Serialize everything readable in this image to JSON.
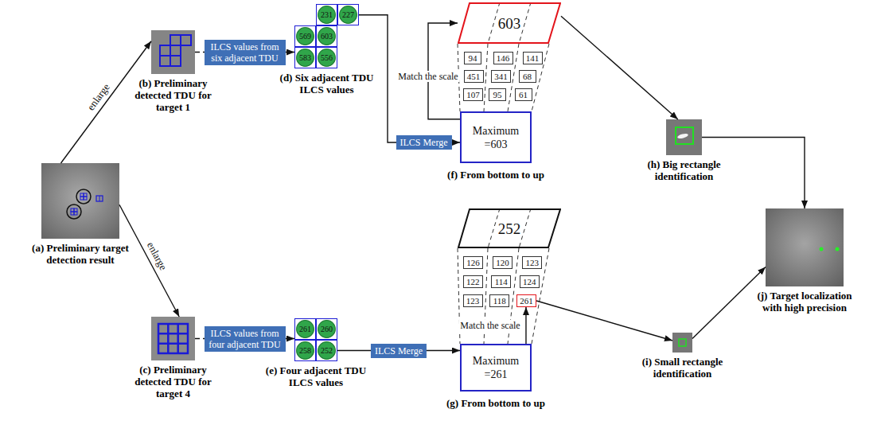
{
  "diagram": {
    "nodes": [
      {
        "text": [
          "(a) Preliminary target detection result"
        ]
      },
      {
        "text": [
          "(b) Preliminary detected TDU for target 1"
        ]
      },
      {
        "text": [
          "(c) Preliminary detected TDU for target 4"
        ]
      },
      {
        "text": [
          "(d) Six adjacent TDU ILCS values"
        ]
      },
      {
        "text": [
          "231"
        ],
        "in": 3
      },
      {
        "text": [
          "227"
        ],
        "in": 3
      },
      {
        "text": [
          "569"
        ],
        "in": 3
      },
      {
        "text": [
          "603"
        ],
        "in": 3
      },
      {
        "text": [
          "583"
        ],
        "in": 3
      },
      {
        "text": [
          "556"
        ],
        "in": 3
      },
      {
        "text": [
          "(e) Four adjacent TDU ILCS values"
        ]
      },
      {
        "text": [
          "261"
        ],
        "in": 10
      },
      {
        "text": [
          "260"
        ],
        "in": 10
      },
      {
        "text": [
          "258"
        ],
        "in": 10
      },
      {
        "text": [
          "252"
        ],
        "in": 10
      },
      {
        "text": [
          "603"
        ]
      },
      {
        "text": [
          "94"
        ]
      },
      {
        "text": [
          "146"
        ]
      },
      {
        "text": [
          "141"
        ]
      },
      {
        "text": [
          "451"
        ]
      },
      {
        "text": [
          "341"
        ]
      },
      {
        "text": [
          "68"
        ]
      },
      {
        "text": [
          "107"
        ]
      },
      {
        "text": [
          "95"
        ]
      },
      {
        "text": [
          "61"
        ]
      },
      {
        "text": [
          "Maximum =603"
        ]
      },
      {
        "text": [
          "252"
        ]
      },
      {
        "text": [
          "126"
        ]
      },
      {
        "text": [
          "120"
        ]
      },
      {
        "text": [
          "123"
        ]
      },
      {
        "text": [
          "122"
        ]
      },
      {
        "text": [
          "114"
        ]
      },
      {
        "text": [
          "124"
        ]
      },
      {
        "text": [
          "123"
        ]
      },
      {
        "text": [
          "118"
        ]
      },
      {
        "text": [
          "261"
        ]
      },
      {
        "text": [
          "Maximum =261"
        ]
      },
      {
        "text": [
          "(h) Big rectangle identification"
        ]
      },
      {
        "text": [
          "(i) Small rectangle identification"
        ]
      },
      {
        "text": [
          "(j) Target localization with high precision"
        ]
      }
    ],
    "edges": [
      {
        "from": 0,
        "to": 1,
        "label": "enlarge",
        "arrow": "to"
      },
      {
        "from": 0,
        "to": 2,
        "label": "enlarge",
        "arrow": "to"
      },
      {
        "from": 1,
        "to": 3,
        "label": "ILCS values from six adjacent TDU",
        "arrow": "to"
      },
      {
        "from": 2,
        "to": 10,
        "label": "ILCS values from four adjacent TDU",
        "arrow": "to"
      },
      {
        "from": 3,
        "to": 25,
        "label": "ILCS Merge",
        "arrow": "to"
      },
      {
        "from": 10,
        "to": 36,
        "label": "ILCS Merge",
        "arrow": "to"
      },
      {
        "from": 25,
        "to": 15,
        "label": "Match the scale",
        "arrow": "to"
      },
      {
        "from": 36,
        "to": 35,
        "label": "Match the scale",
        "arrow": "to"
      },
      {
        "from": 15,
        "to": 37,
        "arrow": "to"
      },
      {
        "from": 35,
        "to": 38,
        "arrow": "to"
      },
      {
        "from": 37,
        "to": 39,
        "arrow": "to"
      },
      {
        "from": 38,
        "to": 39,
        "arrow": "to"
      }
    ],
    "labels": [
      "(f) From bottom to up",
      "(g) From bottom to up"
    ]
  }
}
